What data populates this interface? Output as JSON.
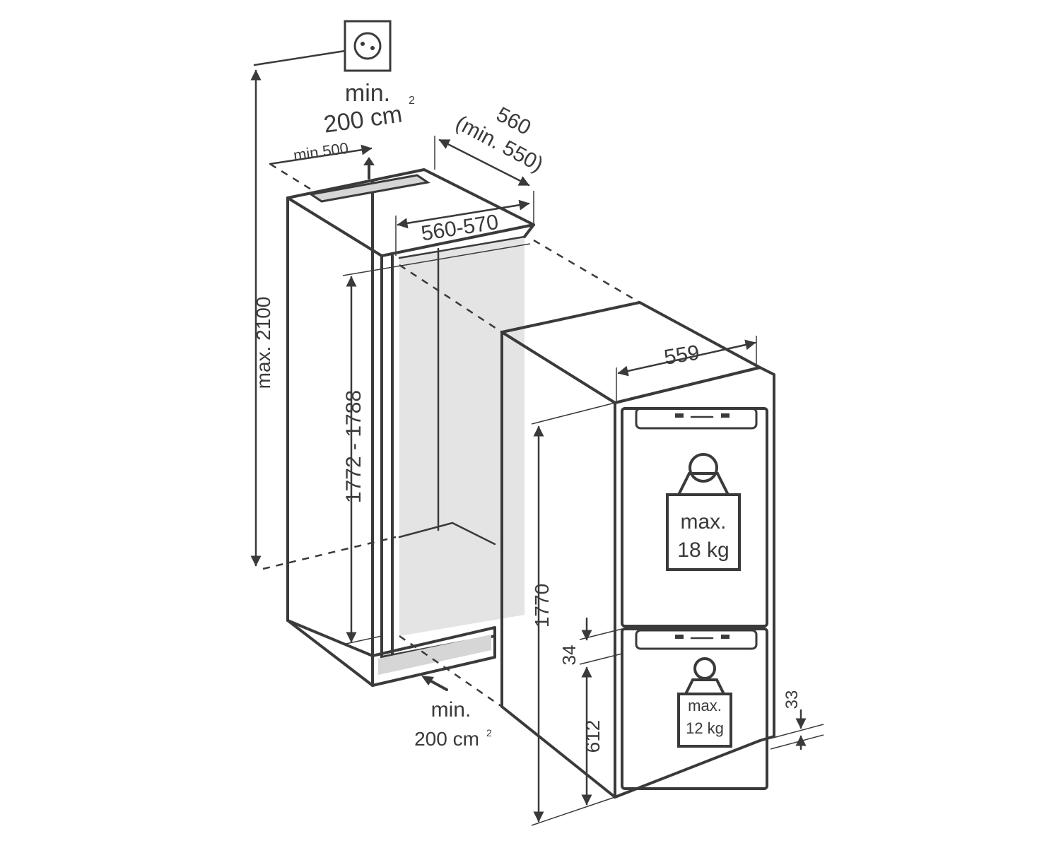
{
  "colors": {
    "ink": "#3a3a3a",
    "niche_inside": "#e4e4e4",
    "vent": "#d6d6d6"
  },
  "icons": {
    "power_socket": "power-socket-icon",
    "weight_top": "weight-icon",
    "weight_bottom": "weight-icon"
  },
  "vent_top": {
    "line1": "min.",
    "line2": "200 cm",
    "sup": "2",
    "depth_label": "min.500"
  },
  "vent_bottom": {
    "line1": "min.",
    "line2": "200 cm",
    "sup": "2"
  },
  "dimensions": {
    "niche_max_height": "max. 2100",
    "niche_depth_line1": "560",
    "niche_depth_line2": "(min. 550)",
    "niche_width": "560-570",
    "niche_height": "1772 - 1788",
    "appliance_width": "559",
    "appliance_height": "1770",
    "door_gap": "34",
    "lower_door_height": "612",
    "bottom_offset": "33"
  },
  "load_limits": {
    "upper_door": {
      "line1": "max.",
      "line2": "18 kg"
    },
    "lower_door": {
      "line1": "max.",
      "line2": "12 kg"
    }
  }
}
